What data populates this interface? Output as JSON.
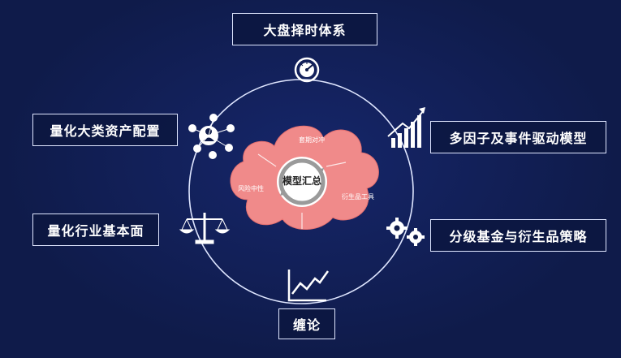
{
  "diagram": {
    "top_box": "大盘择时体系",
    "left_top_box": "量化大类资产配置",
    "left_bottom_box": "量化行业基本面",
    "right_top_box": "多因子及事件驱动模型",
    "right_bottom_box": "分级基金与衍生品策略",
    "bottom_box": "缠论",
    "center_label": "模型汇总",
    "cloud_labels": {
      "top": "套期对冲",
      "left": "风险中性",
      "right": "衍生品工具"
    }
  },
  "icons": {
    "top": "speedometer-icon",
    "left_top": "user-network-icon",
    "left_bottom": "scales-icon",
    "right_top": "growth-bar-chart-icon",
    "right_bottom": "gears-icon",
    "bottom": "line-chart-icon"
  },
  "colors": {
    "background": "#0f1b4a",
    "cloud": "#f08a8a",
    "ring": "#dfe6ff",
    "white": "#ffffff"
  }
}
